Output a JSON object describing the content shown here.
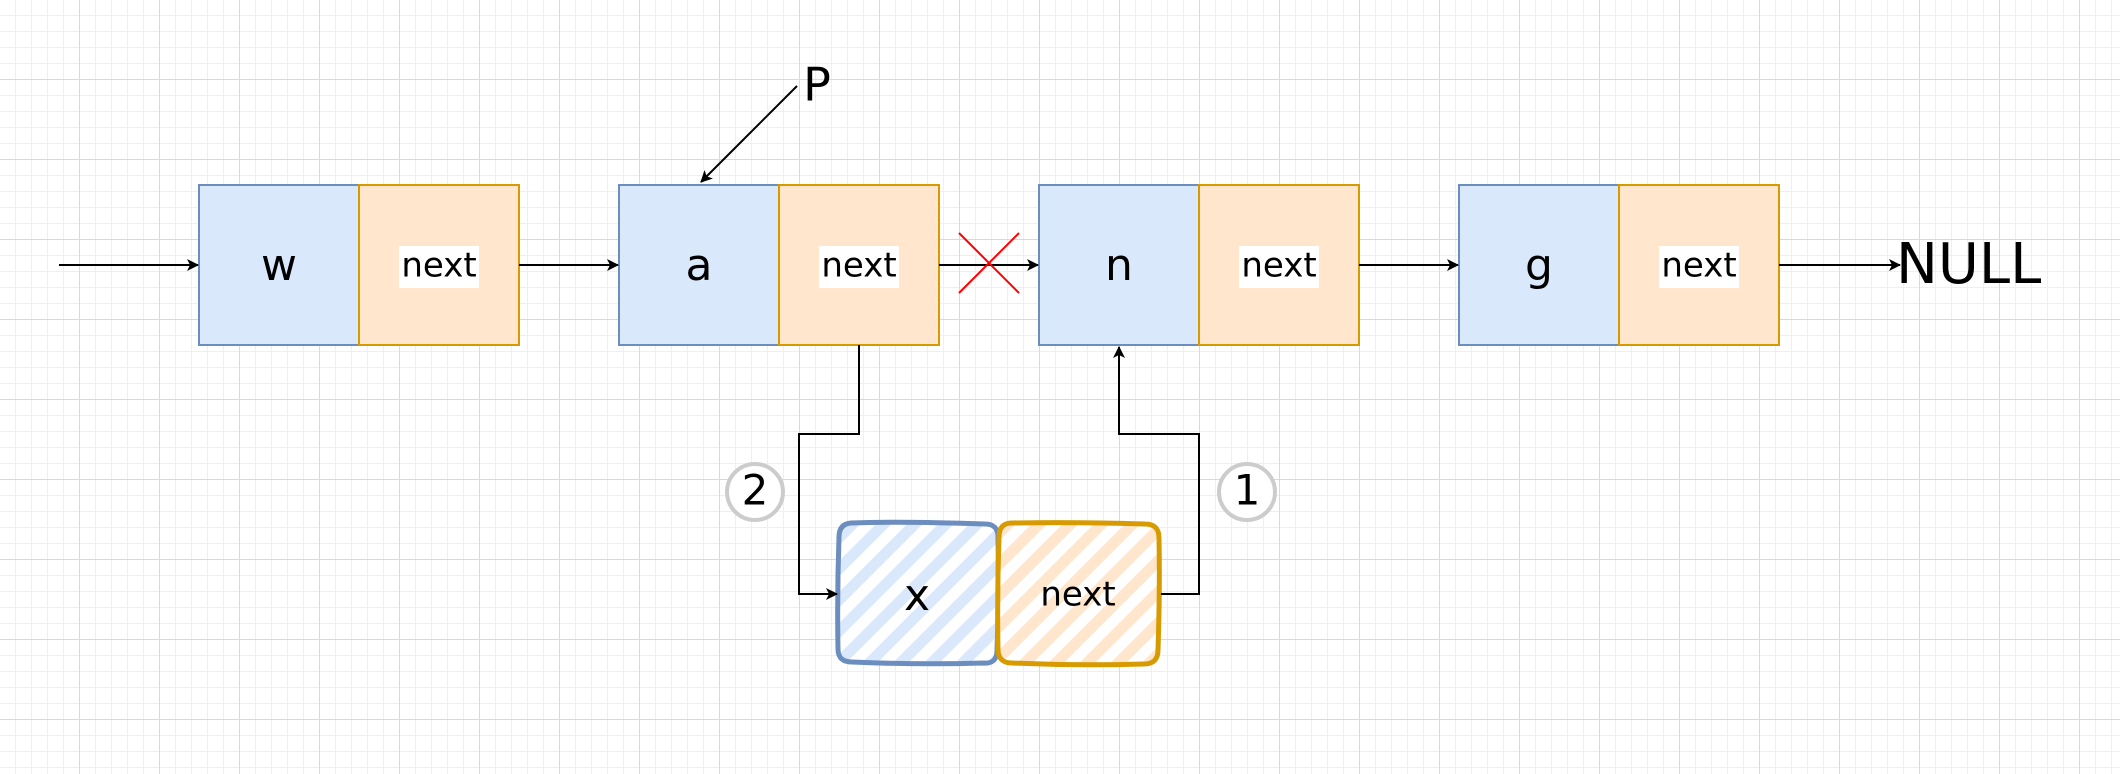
{
  "colors": {
    "value_fill": "#dae8fc",
    "value_stroke": "#6c8ebf",
    "next_fill": "#ffe6cc",
    "next_stroke": "#d79b00",
    "arrow": "#000000",
    "cross": "#ff0000",
    "badge_stroke": "#cccccc",
    "grid_major": "#d9d9d9",
    "grid_minor": "#efefef"
  },
  "nodes": [
    {
      "value": "w",
      "next_label": "next"
    },
    {
      "value": "a",
      "next_label": "next"
    },
    {
      "value": "n",
      "next_label": "next"
    },
    {
      "value": "g",
      "next_label": "next"
    }
  ],
  "new_node": {
    "value": "x",
    "next_label": "next"
  },
  "pointer_label": "P",
  "null_label": "NULL",
  "steps": [
    {
      "number": "1"
    },
    {
      "number": "2"
    }
  ],
  "removed_link_icon": "cross-mark-icon"
}
